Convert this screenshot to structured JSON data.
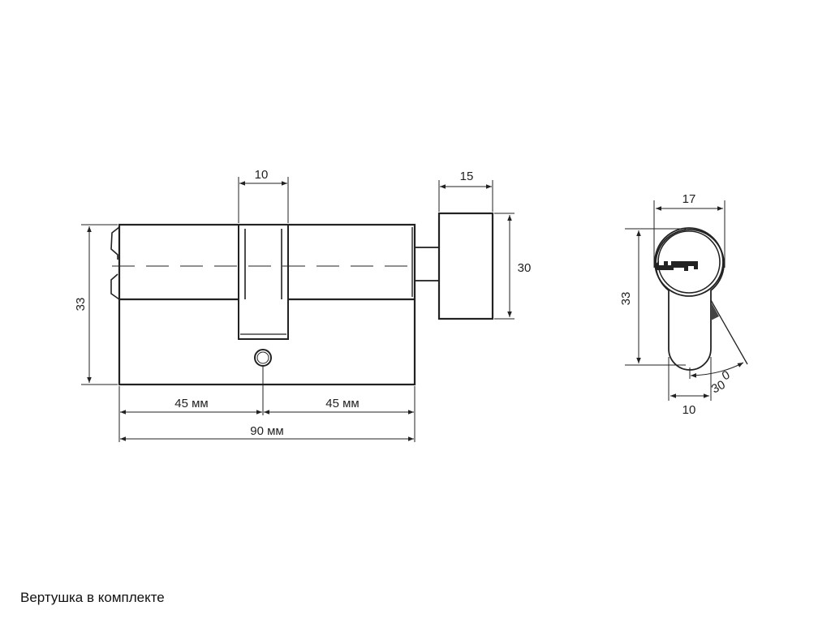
{
  "side_view": {
    "dims": {
      "height": "33",
      "cam_width": "10",
      "knob_width": "15",
      "knob_height": "30",
      "left_half": "45 мм",
      "right_half": "45 мм",
      "total_length": "90 мм"
    }
  },
  "front_view": {
    "dims": {
      "width": "17",
      "height": "33",
      "leg_width": "10",
      "angle": "30",
      "angle_unit": "0"
    }
  },
  "caption": "Вертушка в комплекте"
}
